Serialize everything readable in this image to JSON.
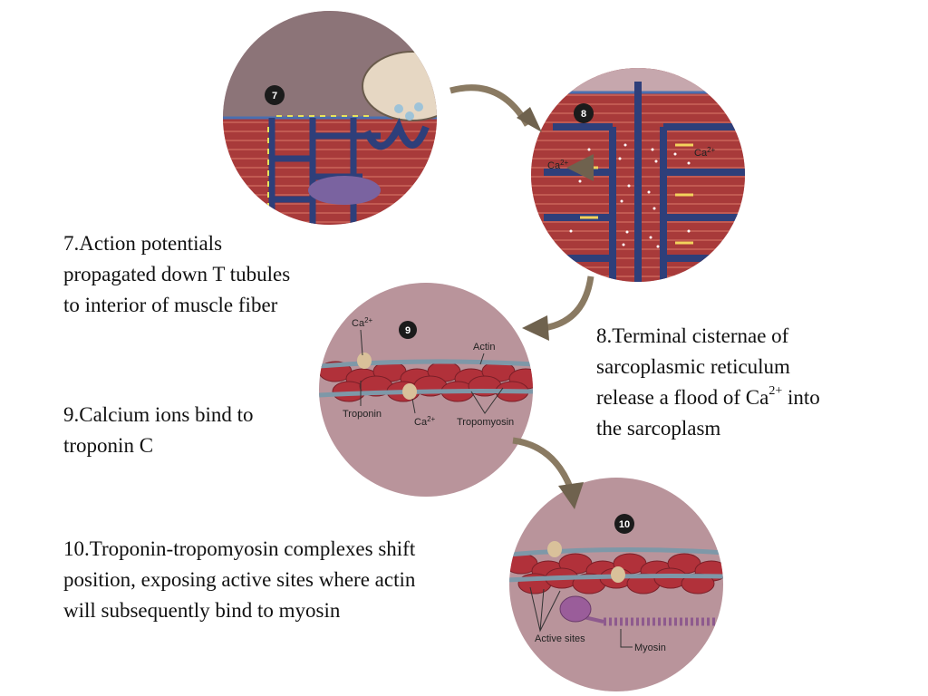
{
  "steps": [
    {
      "number": "7",
      "lines": [
        "7.Action potentials",
        "propagated down T tubules",
        "to interior of muscle fiber"
      ]
    },
    {
      "number": "8",
      "lines": [
        "8.Terminal cisternae of",
        "sarcoplasmic reticulum",
        "release a flood of Ca",
        "the sarcoplasm"
      ],
      "line3_sup": "2+",
      "line3_tail": " into"
    },
    {
      "number": "9",
      "lines": [
        "9.Calcium ions bind to",
        "troponin C"
      ]
    },
    {
      "number": "10",
      "lines": [
        "10.Troponin-tropomyosin complexes shift",
        "position, exposing active sites where actin",
        "will subsequently bind to myosin"
      ]
    }
  ],
  "illustration_labels": {
    "ca_ion": "Ca",
    "ca_sup": "2+",
    "actin": "Actin",
    "troponin": "Troponin",
    "tropomyosin": "Tropomyosin",
    "active_sites": "Active sites",
    "myosin": "Myosin"
  },
  "colors": {
    "circle_bg": "#b9949b",
    "muscle_red": "#a83a3a",
    "tubule_blue": "#2e3f7a",
    "arrow_tan": "#8a7a62"
  }
}
